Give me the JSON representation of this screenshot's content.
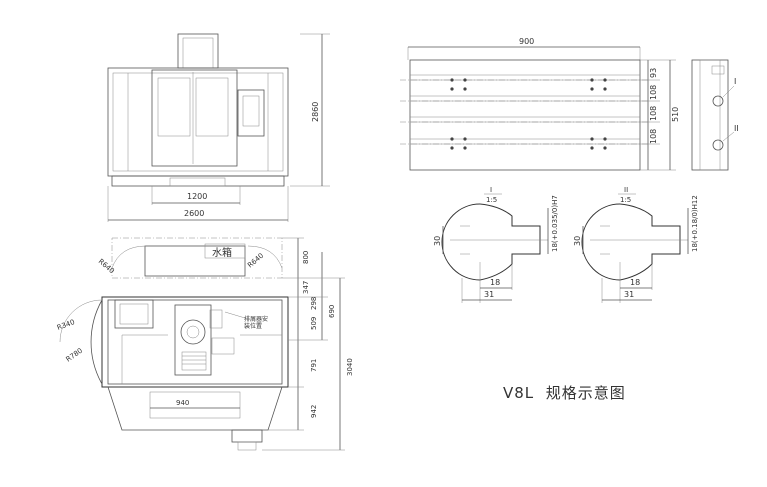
{
  "front_view": {
    "height_dim": "2860",
    "inner_width_dim": "1200",
    "overall_width_dim": "2600"
  },
  "plan_view": {
    "water_tank_label": "水箱",
    "radius_left": "R640",
    "radius_right": "R640",
    "radius_door_left": "R340",
    "radius_door_bottom": "R780",
    "chip_label_line1": "排屑器安",
    "chip_label_line2": "装位置",
    "bottom_width_dim": "940",
    "right_dims": [
      "800",
      "347",
      "298",
      "509",
      "690",
      "791",
      "3040",
      "942"
    ]
  },
  "table_view": {
    "width_dim": "900",
    "depth_dim": "510",
    "row_dims": [
      "93",
      "108",
      "108",
      "108"
    ],
    "detail_i_label": "I",
    "detail_ii_label": "II"
  },
  "slot_detail_i": {
    "title": "I",
    "scale": "1:5",
    "height_dim": "30",
    "slot_dim": "18(+0.035/0)H7",
    "bottom_dim_1": "18",
    "bottom_dim_2": "31"
  },
  "slot_detail_ii": {
    "title": "II",
    "scale": "1:5",
    "height_dim": "30",
    "slot_dim": "18(+0.18/0)H12",
    "bottom_dim_1": "18",
    "bottom_dim_2": "31"
  },
  "caption": "V8L  规格示意图",
  "colors": {
    "line": "#555555",
    "background": "#ffffff",
    "text": "#333333"
  }
}
